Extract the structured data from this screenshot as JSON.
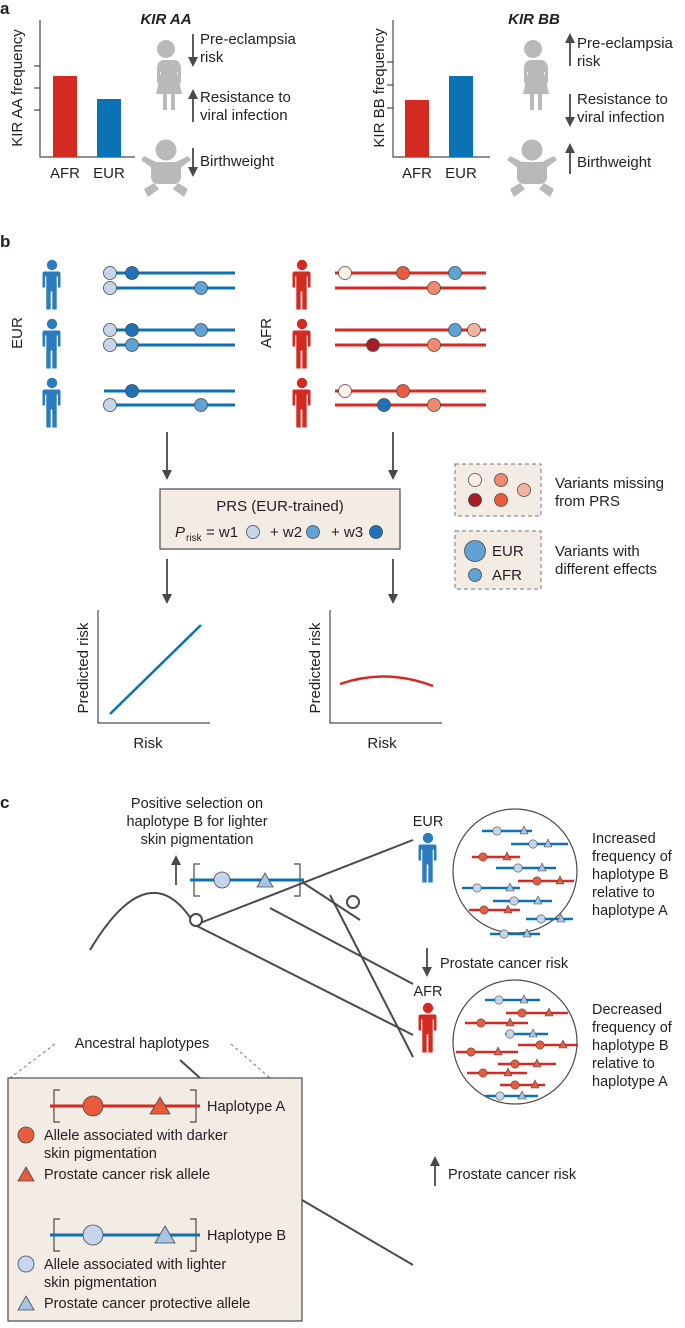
{
  "panel_a": {
    "label": "a",
    "left": {
      "title": "KIR AA",
      "y_axis_label": "KIR AA frequency",
      "categories": [
        "AFR",
        "EUR"
      ],
      "effects": [
        {
          "direction": "down",
          "text": [
            "Pre-eclampsia",
            "risk"
          ]
        },
        {
          "direction": "up",
          "text": [
            "Resistance to",
            "viral infection"
          ]
        },
        {
          "direction": "down",
          "text": [
            "Birthweight"
          ]
        }
      ]
    },
    "right": {
      "title": "KIR BB",
      "y_axis_label": "KIR BB frequency",
      "categories": [
        "AFR",
        "EUR"
      ],
      "effects": [
        {
          "direction": "up",
          "text": [
            "Pre-eclampsia",
            "risk"
          ]
        },
        {
          "direction": "down",
          "text": [
            "Resistance to",
            "viral infection"
          ]
        },
        {
          "direction": "up",
          "text": [
            "Birthweight"
          ]
        }
      ]
    }
  },
  "panel_b": {
    "label": "b",
    "populations": [
      "EUR",
      "AFR"
    ],
    "prs_box": {
      "title": "PRS (EUR-trained)",
      "p_symbol": "P",
      "p_subscript": "risk",
      "terms": [
        "= w1",
        "+ w2",
        "+ w3"
      ]
    },
    "legend": {
      "missing_label": [
        "Variants missing",
        "from PRS"
      ],
      "different_label": [
        "Variants with",
        "different effects"
      ],
      "size_labels": [
        "EUR",
        "AFR"
      ]
    },
    "plots": {
      "y_axis_label": "Predicted risk",
      "x_axis_label": "Risk"
    }
  },
  "panel_c": {
    "label": "c",
    "selection_text": [
      "Positive selection on",
      "haplotype B for lighter",
      "skin pigmentation"
    ],
    "eur_label": "EUR",
    "afr_label": "AFR",
    "eur_text": [
      "Increased",
      "frequency of",
      "haplotype B",
      "relative to",
      "haplotype A"
    ],
    "afr_text": [
      "Decreased",
      "frequency of",
      "haplotype B",
      "relative to",
      "haplotype A"
    ],
    "eur_risk": "Prostate cancer risk",
    "afr_risk": "Prostate cancer risk",
    "ancestral_label": "Ancestral haplotypes",
    "legend": {
      "haplotype_a": "Haplotype A",
      "haplotype_b": "Haplotype B",
      "dark_allele": [
        "Allele associated with darker",
        "skin pigmentation"
      ],
      "risk_allele": "Prostate cancer risk allele",
      "light_allele": [
        "Allele associated with lighter",
        "skin pigmentation"
      ],
      "protective_allele": "Prostate cancer protective allele"
    }
  },
  "colors": {
    "red": "#d32a22",
    "blue": "#0b72b5",
    "grey_figure": "#b7b9bb",
    "box_fill": "#f2ece4",
    "light_blue_allele": "#c4d5ec",
    "dark_blue_allele": "#1e73b8",
    "mid_blue_allele": "#5fa2d6",
    "red_allele": "#ea5b3d",
    "light_red_allele": "#f4b5a0",
    "pale_red_allele": "#fdeee6",
    "dark_red_allele": "#a51d24"
  }
}
